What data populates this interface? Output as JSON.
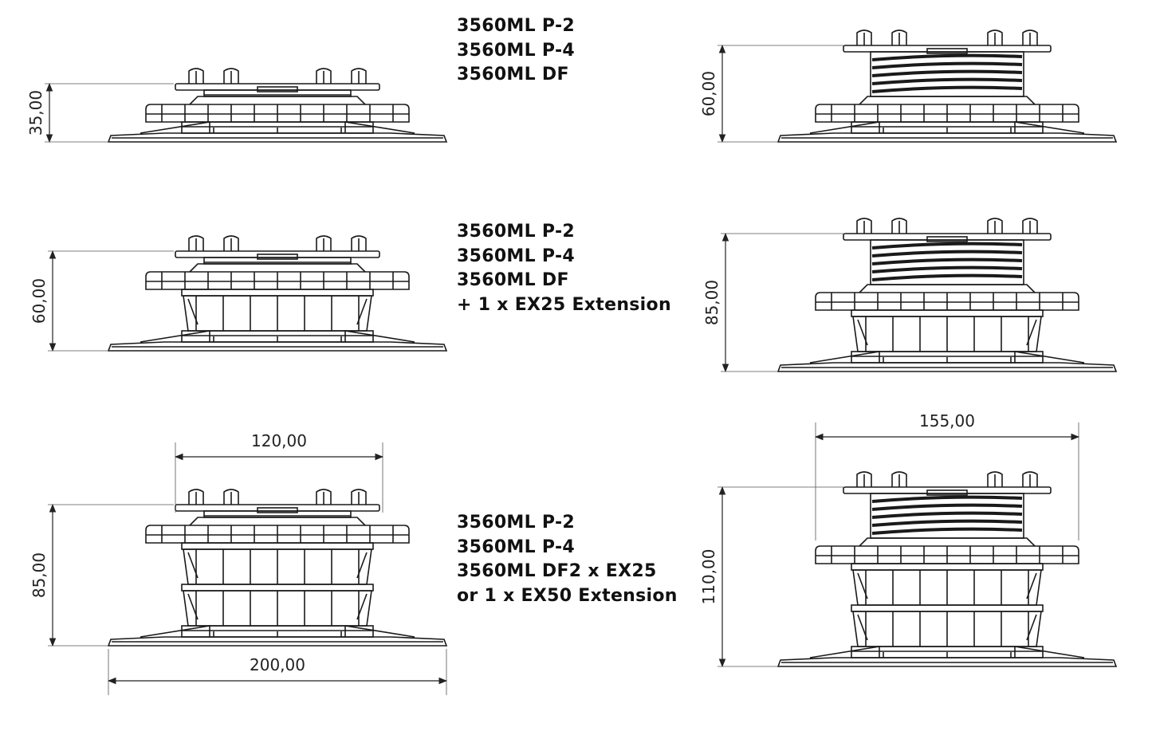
{
  "diagrams": [
    {
      "id": "p1",
      "height_label": "35,00",
      "spring": false,
      "caption": [
        "3560ML P-2",
        "3560ML P-4",
        "3560ML DF"
      ]
    },
    {
      "id": "p2",
      "height_label": "60,00",
      "spring": true
    },
    {
      "id": "p3",
      "height_label": "60,00",
      "spring": false,
      "extensions": 1,
      "caption": [
        "3560ML P-2",
        "3560ML P-4",
        "3560ML DF",
        "+ 1 x EX25 Extension"
      ]
    },
    {
      "id": "p4",
      "height_label": "85,00",
      "spring": true,
      "extensions": 1
    },
    {
      "id": "p5",
      "height_label": "85,00",
      "spring": false,
      "extensions": 2,
      "head_width_label": "120,00",
      "base_width_label": "200,00",
      "caption": [
        "3560ML P-2",
        "3560ML P-4",
        "3560ML DF2 x EX25",
        "or 1 x EX50 Extension"
      ]
    },
    {
      "id": "p6",
      "height_label": "110,00",
      "spring": true,
      "extensions": 2,
      "ring_width_label": "155,00"
    }
  ]
}
